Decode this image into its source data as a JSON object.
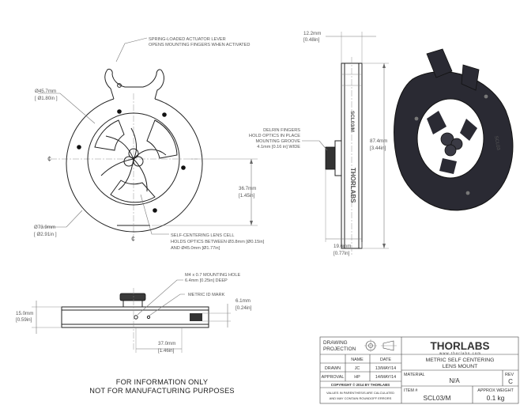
{
  "notes": {
    "actuator_1": "SPRING-LOADED ACTUATOR LEVER",
    "actuator_2": "OPENS MOUNTING FINGERS WHEN ACTIVATED",
    "delrin_1": "DELRIN FINGERS",
    "delrin_2": "HOLD OPTICS IN PLACE",
    "delrin_3": "MOUNTING GROOVE",
    "delrin_4": "4.1mm [0.16 in] WIDE",
    "cell_1": "SELF-CENTERING LENS CELL",
    "cell_2": "HOLDS OPTICS BETWEEN  Ø3.8mm [Ø0.15in]",
    "cell_3": "AND  Ø45.0mm [Ø1.77in]",
    "hole_1": "M4 x 0.7 MOUNTING HOLE",
    "hole_2": "6.4mm [0.25in] DEEP",
    "metric_id": "METRIC ID MARK"
  },
  "dimensions": {
    "d_inner_mm": "Ø45.7mm",
    "d_inner_in": "[ Ø1.80in ]",
    "d_outer_mm": "Ø73.9mm",
    "d_outer_in": "[ Ø2.91in ]",
    "h_center_mm": "36.7mm",
    "h_center_in": "[1.45in]",
    "thick_mm": "12.2mm",
    "thick_in": "[0.48in]",
    "height_mm": "87.4mm",
    "height_in": "[3.44in]",
    "depth_mm": "19.6mm",
    "depth_in": "[0.77in]",
    "side_h_mm": "15.0mm",
    "side_h_in": "[0.59in]",
    "slot_mm": "6.1mm",
    "slot_in": "[0.24in]",
    "hole_pos_mm": "37.0mm",
    "hole_pos_in": "[1.46in]"
  },
  "markings": {
    "centerline": "¢",
    "side_label": "SCL03/M",
    "brand_vertical": "THORLABS",
    "part_3d": "SCL03"
  },
  "disclaimer": {
    "line1": "FOR INFORMATION ONLY",
    "line2": "NOT FOR MANUFACTURING PURPOSES"
  },
  "title_block": {
    "drawing_projection": "DRAWING",
    "projection": "PROJECTION",
    "brand": "THORLABS",
    "website": "w w w . t h o r l a b s . c o m",
    "name_header": "NAME",
    "date_header": "DATE",
    "drawn_label": "DRAWN",
    "drawn_name": "JC",
    "drawn_date": "13/MAY/14",
    "approval_label": "APPROVAL",
    "approval_name": "HP",
    "approval_date": "14/MAY/14",
    "copyright": "COPYRIGHT © 2014 BY THORLABS",
    "values_note_1": "VALUES IN PARENTHESIS ARE CALCULATED",
    "values_note_2": "AND MAY CONTAIN ROUNDOFF ERRORS",
    "title_1": "METRIC SELF CENTERING",
    "title_2": "LENS MOUNT",
    "material_label": "MATERIAL",
    "material_value": "N/A",
    "rev_label": "REV",
    "rev_value": "C",
    "item_label": "ITEM #",
    "item_value": "SCL03/M",
    "weight_label": "APPROX WEIGHT",
    "weight_value": "0.1 kg"
  }
}
